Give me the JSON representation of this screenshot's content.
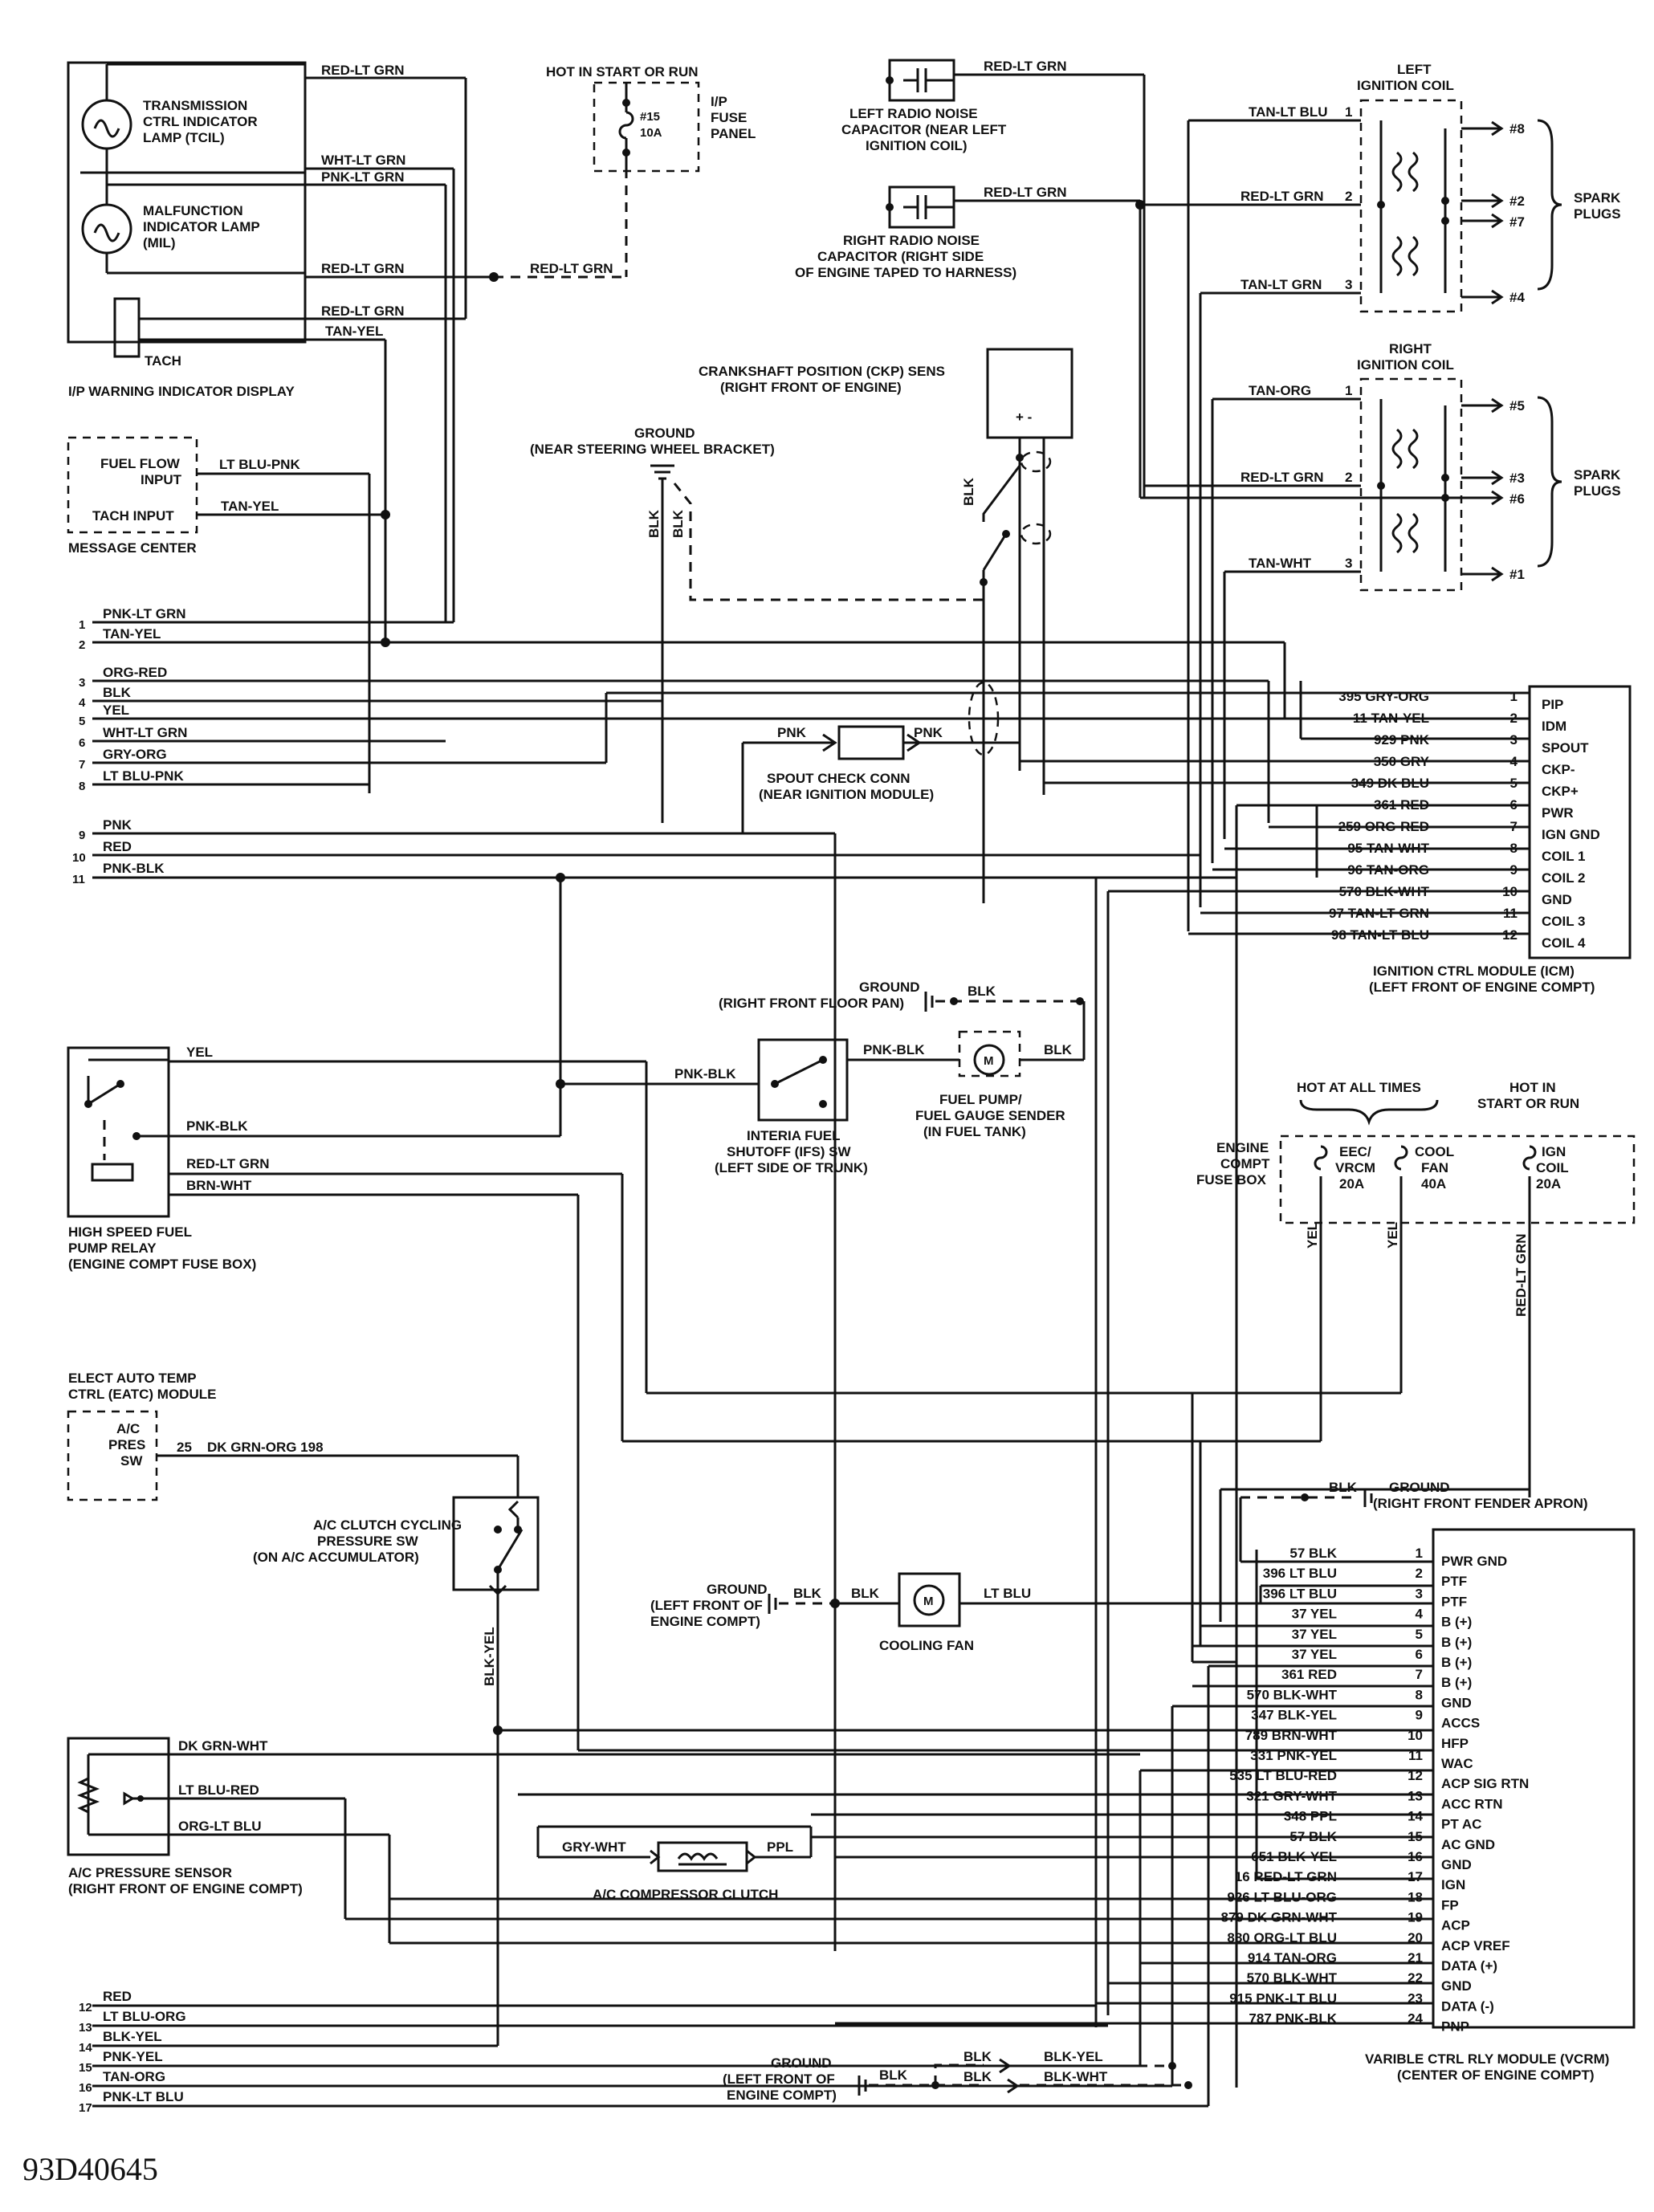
{
  "diagram_code": "93D40645",
  "components": {
    "tcil": "TRANSMISSION CTRL INDICATOR LAMP (TCIL)",
    "mil": "MALFUNCTION INDICATOR LAMP (MIL)",
    "tach": "TACH",
    "ip_display": "I/P WARNING INDICATOR DISPLAY",
    "fuse15_hot": "HOT IN START OR RUN",
    "fuse15": "#15",
    "fuse15_amp": "10A",
    "ip_fuse_panel": "I/P FUSE PANEL",
    "left_radio_cap": "LEFT RADIO NOISE CAPACITOR (NEAR LEFT IGNITION COIL)",
    "right_radio_cap": "RIGHT RADIO NOISE CAPACITOR (RIGHT SIDE OF ENGINE TAPED TO HARNESS)",
    "left_coil": "LEFT IGNITION COIL",
    "right_coil": "RIGHT IGNITION COIL",
    "spark_plugs": "SPARK PLUGS",
    "ckp_sensor": "CRANKSHAFT POSITION (CKP) SENS (RIGHT FRONT OF ENGINE)",
    "ground_steering": "GROUND (NEAR STEERING WHEEL BRACKET)",
    "fuel_flow_input": "FUEL FLOW INPUT",
    "tach_input": "TACH INPUT",
    "message_center": "MESSAGE CENTER",
    "spout_check": "SPOUT CHECK CONN (NEAR IGNITION MODULE)",
    "icm": "IGNITION CTRL MODULE (ICM) (LEFT FRONT OF ENGINE COMPT)",
    "ground_floor": "GROUND (RIGHT FRONT FLOOR PAN)",
    "ifs_switch": "INTERIA FUEL SHUTOFF (IFS) SW (LEFT SIDE OF TRUNK)",
    "fuel_pump": "FUEL PUMP/ FUEL GAUGE SENDER (IN FUEL TANK)",
    "hs_relay": "HIGH SPEED FUEL PUMP RELAY (ENGINE COMPT FUSE BOX)",
    "hot_all_times": "HOT AT ALL TIMES",
    "hot_start_run": "HOT IN START OR RUN",
    "engine_fuse_box": "ENGINE COMPT FUSE BOX",
    "fuse_eec": "EEC/ VRCM 20A",
    "fuse_fan": "COOL FAN 40A",
    "fuse_ign": "IGN COIL 20A",
    "eatc": "ELECT AUTO TEMP CTRL (EATC) MODULE",
    "ac_pres_sw": "A/C PRES SW",
    "ac_cycling_sw": "A/C CLUTCH CYCLING PRESSURE SW (ON A/C ACCUMULATOR)",
    "ground_fender": "GROUND (RIGHT FRONT FENDER APRON)",
    "ground_left_engine": "GROUND (LEFT FRONT OF ENGINE COMPT)",
    "cooling_fan": "COOLING FAN",
    "ac_pressure_sensor": "A/C PRESSURE SENSOR (RIGHT FRONT OF ENGINE COMPT)",
    "ac_clutch": "A/C COMPRESSOR CLUTCH",
    "vcrm": "VARIBLE CTRL RLY MODULE (VCRM) (CENTER OF ENGINE COMPT)",
    "ground_left_engine2": "GROUND (LEFT FRONT OF ENGINE COMPT)"
  },
  "icm_pins": [
    {
      "n": "1",
      "wire": "395 GRY-ORG",
      "name": "PIP"
    },
    {
      "n": "2",
      "wire": "11 TAN-YEL",
      "name": "IDM"
    },
    {
      "n": "3",
      "wire": "929 PNK",
      "name": "SPOUT"
    },
    {
      "n": "4",
      "wire": "350 GRY",
      "name": "CKP-"
    },
    {
      "n": "5",
      "wire": "349 DK BLU",
      "name": "CKP+"
    },
    {
      "n": "6",
      "wire": "361 RED",
      "name": "PWR"
    },
    {
      "n": "7",
      "wire": "259 ORG-RED",
      "name": "IGN GND"
    },
    {
      "n": "8",
      "wire": "95 TAN-WHT",
      "name": "COIL 1"
    },
    {
      "n": "9",
      "wire": "96 TAN-ORG",
      "name": "COIL 2"
    },
    {
      "n": "10",
      "wire": "570 BLK-WHT",
      "name": "GND"
    },
    {
      "n": "11",
      "wire": "97 TAN-LT GRN",
      "name": "COIL 3"
    },
    {
      "n": "12",
      "wire": "98 TAN-LT BLU",
      "name": "COIL 4"
    }
  ],
  "vcrm_pins": [
    {
      "n": "1",
      "wire": "57 BLK",
      "name": "PWR GND"
    },
    {
      "n": "2",
      "wire": "396 LT BLU",
      "name": "PTF"
    },
    {
      "n": "3",
      "wire": "396 LT BLU",
      "name": "PTF"
    },
    {
      "n": "4",
      "wire": "37 YEL",
      "name": "B (+)"
    },
    {
      "n": "5",
      "wire": "37 YEL",
      "name": "B (+)"
    },
    {
      "n": "6",
      "wire": "37 YEL",
      "name": "B (+)"
    },
    {
      "n": "7",
      "wire": "361 RED",
      "name": "B (+)"
    },
    {
      "n": "8",
      "wire": "570 BLK-WHT",
      "name": "GND"
    },
    {
      "n": "9",
      "wire": "347 BLK-YEL",
      "name": "ACCS"
    },
    {
      "n": "10",
      "wire": "789 BRN-WHT",
      "name": "HFP"
    },
    {
      "n": "11",
      "wire": "331 PNK-YEL",
      "name": "WAC"
    },
    {
      "n": "12",
      "wire": "535 LT BLU-RED",
      "name": "ACP SIG RTN"
    },
    {
      "n": "13",
      "wire": "321 GRY-WHT",
      "name": "ACC RTN"
    },
    {
      "n": "14",
      "wire": "348 PPL",
      "name": "PT AC"
    },
    {
      "n": "15",
      "wire": "57 BLK",
      "name": "AC GND"
    },
    {
      "n": "16",
      "wire": "651 BLK-YEL",
      "name": "GND"
    },
    {
      "n": "17",
      "wire": "16 RED-LT GRN",
      "name": "IGN"
    },
    {
      "n": "18",
      "wire": "926 LT BLU-ORG",
      "name": "FP"
    },
    {
      "n": "19",
      "wire": "879 DK GRN-WHT",
      "name": "ACP"
    },
    {
      "n": "20",
      "wire": "880 ORG-LT BLU",
      "name": "ACP VREF"
    },
    {
      "n": "21",
      "wire": "914 TAN-ORG",
      "name": "DATA (+)"
    },
    {
      "n": "22",
      "wire": "570 BLK-WHT",
      "name": "GND"
    },
    {
      "n": "23",
      "wire": "915 PNK-LT BLU",
      "name": "DATA (-)"
    },
    {
      "n": "24",
      "wire": "787 PNK-BLK",
      "name": "PNP"
    }
  ],
  "left_connector": [
    {
      "n": "1",
      "wire": "PNK-LT GRN"
    },
    {
      "n": "2",
      "wire": "TAN-YEL"
    },
    {
      "n": "3",
      "wire": "ORG-RED"
    },
    {
      "n": "4",
      "wire": "BLK"
    },
    {
      "n": "5",
      "wire": "YEL"
    },
    {
      "n": "6",
      "wire": "WHT-LT GRN"
    },
    {
      "n": "7",
      "wire": "GRY-ORG"
    },
    {
      "n": "8",
      "wire": "LT BLU-PNK"
    },
    {
      "n": "9",
      "wire": "PNK"
    },
    {
      "n": "10",
      "wire": "RED"
    },
    {
      "n": "11",
      "wire": "PNK-BLK"
    }
  ],
  "left_connector_b": [
    {
      "n": "12",
      "wire": "RED"
    },
    {
      "n": "13",
      "wire": "LT BLU-ORG"
    },
    {
      "n": "14",
      "wire": "BLK-YEL"
    },
    {
      "n": "15",
      "wire": "PNK-YEL"
    },
    {
      "n": "16",
      "wire": "TAN-ORG"
    },
    {
      "n": "17",
      "wire": "PNK-LT BLU"
    }
  ],
  "left_coil_wires": [
    {
      "wire": "TAN-LT BLU",
      "pin": "1"
    },
    {
      "wire": "RED-LT GRN",
      "pin": "2"
    },
    {
      "wire": "TAN-LT GRN",
      "pin": "3"
    }
  ],
  "right_coil_wires": [
    {
      "wire": "TAN-ORG",
      "pin": "1"
    },
    {
      "wire": "RED-LT GRN",
      "pin": "2"
    },
    {
      "wire": "TAN-WHT",
      "pin": "3"
    }
  ],
  "left_plugs": [
    "#8",
    "#2",
    "#7",
    "#4"
  ],
  "right_plugs": [
    "#5",
    "#3",
    "#6",
    "#1"
  ],
  "wire_labels": {
    "tcil_red": "RED-LT GRN",
    "wht_lt_grn": "WHT-LT GRN",
    "pnk_lt_grn": "PNK-LT GRN",
    "mil_red": "RED-LT GRN",
    "fuse_red": "RED-LT GRN",
    "tach_red": "RED-LT GRN",
    "tan_yel": "TAN-YEL",
    "lt_blu_pnk": "LT BLU-PNK",
    "msg_tan_yel": "TAN-YEL",
    "left_cap": "RED-LT GRN",
    "right_cap": "RED-LT GRN",
    "ground_blk1": "BLK",
    "ground_blk2": "BLK",
    "ckp_blk": "BLK",
    "spout_pnk1": "PNK",
    "spout_pnk2": "PNK",
    "floor_blk": "BLK",
    "relay_yel": "YEL",
    "relay_pnk_blk": "PNK-BLK",
    "relay_red": "RED-LT GRN",
    "relay_brn": "BRN-WHT",
    "ifs_pnk_blk1": "PNK-BLK",
    "ifs_pnk_blk2": "PNK-BLK",
    "pump_blk": "BLK",
    "fuse_yel1": "YEL",
    "fuse_yel2": "YEL",
    "fuse_red_grn": "RED-LT GRN",
    "ac_pres_pin": "25",
    "ac_pres_wire": "DK GRN-ORG 198",
    "cyc_blk_yel": "BLK-YEL",
    "fender_blk": "BLK",
    "fan_blk1": "BLK",
    "fan_blk2": "BLK",
    "fan_lt_blu": "LT BLU",
    "sensor_w1": "DK GRN-WHT",
    "sensor_w2": "LT BLU-RED",
    "sensor_w3": "ORG-LT BLU",
    "clutch_gry": "GRY-WHT",
    "clutch_ppl": "PPL",
    "bot_blk1": "BLK",
    "bot_blk2": "BLK",
    "bot_blk3": "BLK",
    "bot_blk_yel": "BLK-YEL",
    "bot_blk_wht": "BLK-WHT",
    "ckp_pm": "+ -",
    "motor_m": "M"
  }
}
